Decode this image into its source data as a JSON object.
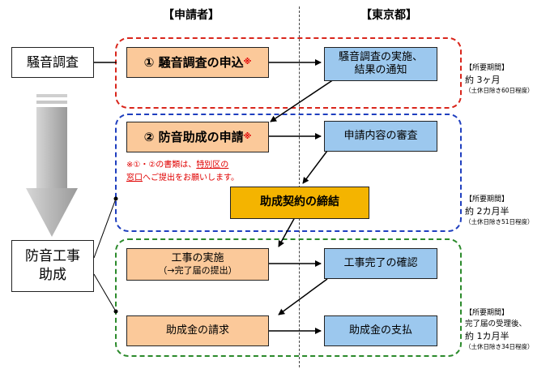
{
  "headers": {
    "applicant": "【申請者】",
    "tokyo": "【東京都】"
  },
  "left_labels": {
    "survey": "騒音調査",
    "construction_line1": "防音工事",
    "construction_line2": "助成"
  },
  "steps": {
    "s1": {
      "text": "① 騒音調査の申込",
      "mark": "※"
    },
    "t1": {
      "line1": "騒音調査の実施、",
      "line2": "結果の通知"
    },
    "s2": {
      "text": "② 防音助成の申請",
      "mark": "※"
    },
    "t2": {
      "text": "申請内容の審査"
    },
    "contract": {
      "text": "助成契約の締結"
    },
    "s3": {
      "line1": "工事の実施",
      "line2": "（→完了届の提出）"
    },
    "t3": {
      "text": "工事完了の確認"
    },
    "s4": {
      "text": "助成金の請求"
    },
    "t4": {
      "text": "助成金の支払"
    }
  },
  "note": {
    "line1_a": "※①・②の書類は、",
    "line1_b": "特別区の",
    "line2_a": "窓口",
    "line2_b": "へご提出をお願いします。"
  },
  "periods": [
    {
      "label": "【所要期間】",
      "main": "約 3ヶ月",
      "sub": "（土休日除き60日程度）"
    },
    {
      "label": "【所要期間】",
      "main": "約 2カ月半",
      "sub": "（土休日除き51日程度）"
    },
    {
      "label": "【所要期間】",
      "main": "完了届の受理後、",
      "main2": "約 1カ月半",
      "sub": "（土休日除き34日程度）"
    }
  ],
  "colors": {
    "red_group": "#d9261c",
    "blue_group": "#1f3fbf",
    "green_group": "#2b8a2b",
    "applicant_box": "#fbc99a",
    "tokyo_box": "#9cc8ee",
    "contract_box": "#f4b400"
  }
}
